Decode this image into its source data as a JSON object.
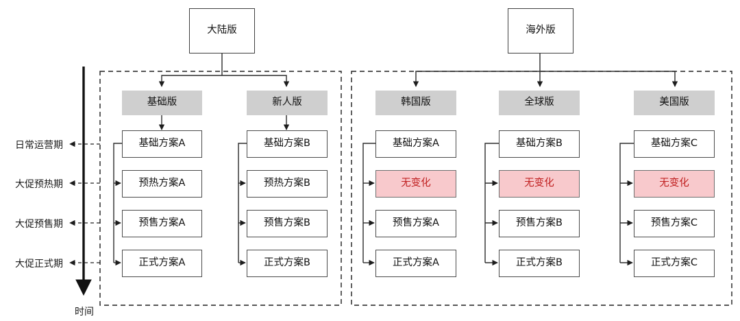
{
  "diagram": {
    "title_roots": [
      {
        "id": "mainland",
        "label": "大陆版"
      },
      {
        "id": "overseas",
        "label": "海外版"
      }
    ],
    "timeline": {
      "caption": "时间",
      "phases": [
        {
          "id": "daily",
          "label": "日常运营期"
        },
        {
          "id": "warmup",
          "label": "大促预热期"
        },
        {
          "id": "presale",
          "label": "大促预售期"
        },
        {
          "id": "official",
          "label": "大促正式期"
        }
      ]
    },
    "groups": [
      {
        "id": "mainland-group",
        "root": "大陆版",
        "columns": [
          {
            "id": "basic-version",
            "header": "基础版",
            "cells": [
              {
                "label": "基础方案A",
                "highlight": false
              },
              {
                "label": "预热方案A",
                "highlight": false
              },
              {
                "label": "预售方案A",
                "highlight": false
              },
              {
                "label": "正式方案A",
                "highlight": false
              }
            ]
          },
          {
            "id": "newcomer-version",
            "header": "新人版",
            "cells": [
              {
                "label": "基础方案B",
                "highlight": false
              },
              {
                "label": "预热方案B",
                "highlight": false
              },
              {
                "label": "预售方案B",
                "highlight": false
              },
              {
                "label": "正式方案B",
                "highlight": false
              }
            ]
          }
        ]
      },
      {
        "id": "overseas-group",
        "root": "海外版",
        "columns": [
          {
            "id": "korea-version",
            "header": "韩国版",
            "cells": [
              {
                "label": "基础方案A",
                "highlight": false
              },
              {
                "label": "无变化",
                "highlight": true
              },
              {
                "label": "预售方案A",
                "highlight": false
              },
              {
                "label": "正式方案A",
                "highlight": false
              }
            ]
          },
          {
            "id": "global-version",
            "header": "全球版",
            "cells": [
              {
                "label": "基础方案B",
                "highlight": false
              },
              {
                "label": "无变化",
                "highlight": true
              },
              {
                "label": "预售方案B",
                "highlight": false
              },
              {
                "label": "正式方案B",
                "highlight": false
              }
            ]
          },
          {
            "id": "usa-version",
            "header": "美国版",
            "cells": [
              {
                "label": "基础方案C",
                "highlight": false
              },
              {
                "label": "无变化",
                "highlight": true
              },
              {
                "label": "预售方案C",
                "highlight": false
              },
              {
                "label": "正式方案C",
                "highlight": false
              }
            ]
          }
        ]
      }
    ],
    "colors": {
      "highlight_fill": "#f8c9cc",
      "highlight_text": "#c02020",
      "header_fill": "#cfcfcf",
      "box_border": "#4a4a4a",
      "line": "#2b2b2b"
    }
  }
}
